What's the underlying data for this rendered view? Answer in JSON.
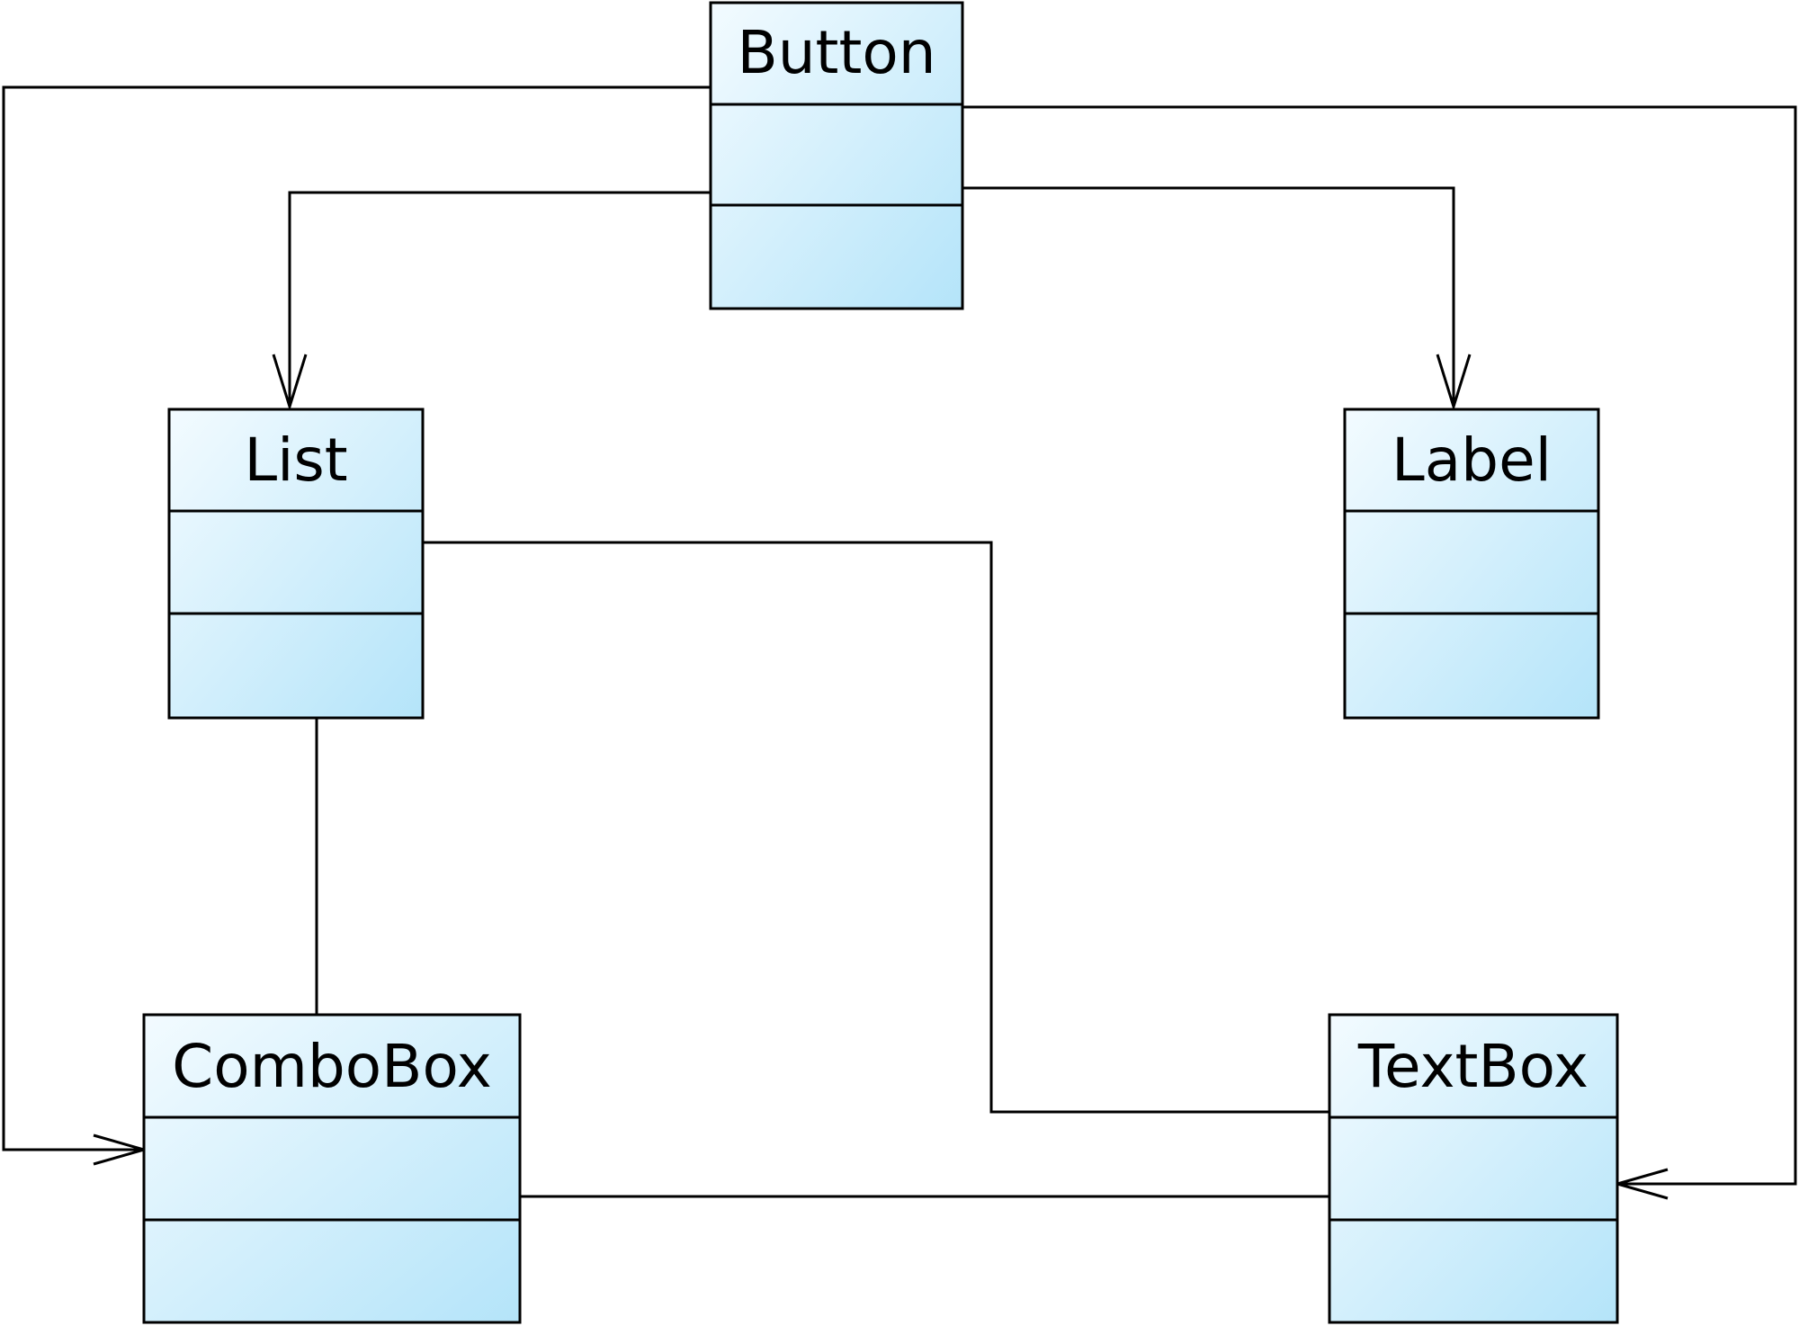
{
  "diagram": {
    "classes": [
      {
        "id": "button",
        "name": "Button"
      },
      {
        "id": "list",
        "name": "List"
      },
      {
        "id": "label",
        "name": "Label"
      },
      {
        "id": "combobox",
        "name": "ComboBox"
      },
      {
        "id": "textbox",
        "name": "TextBox"
      }
    ],
    "relations": [
      {
        "from": "Button",
        "to": "List",
        "type": "directed-association"
      },
      {
        "from": "Button",
        "to": "Label",
        "type": "directed-association"
      },
      {
        "from": "Button",
        "to": "ComboBox",
        "type": "directed-association"
      },
      {
        "from": "Button",
        "to": "TextBox",
        "type": "directed-association"
      },
      {
        "from": "List",
        "to": "ComboBox",
        "type": "association"
      },
      {
        "from": "List",
        "to": "TextBox",
        "type": "association"
      },
      {
        "from": "ComboBox",
        "to": "TextBox",
        "type": "association"
      }
    ],
    "colors": {
      "box_fill_light": "#f3fbff",
      "box_fill_dark": "#b4e4f9",
      "stroke": "#000000"
    }
  }
}
